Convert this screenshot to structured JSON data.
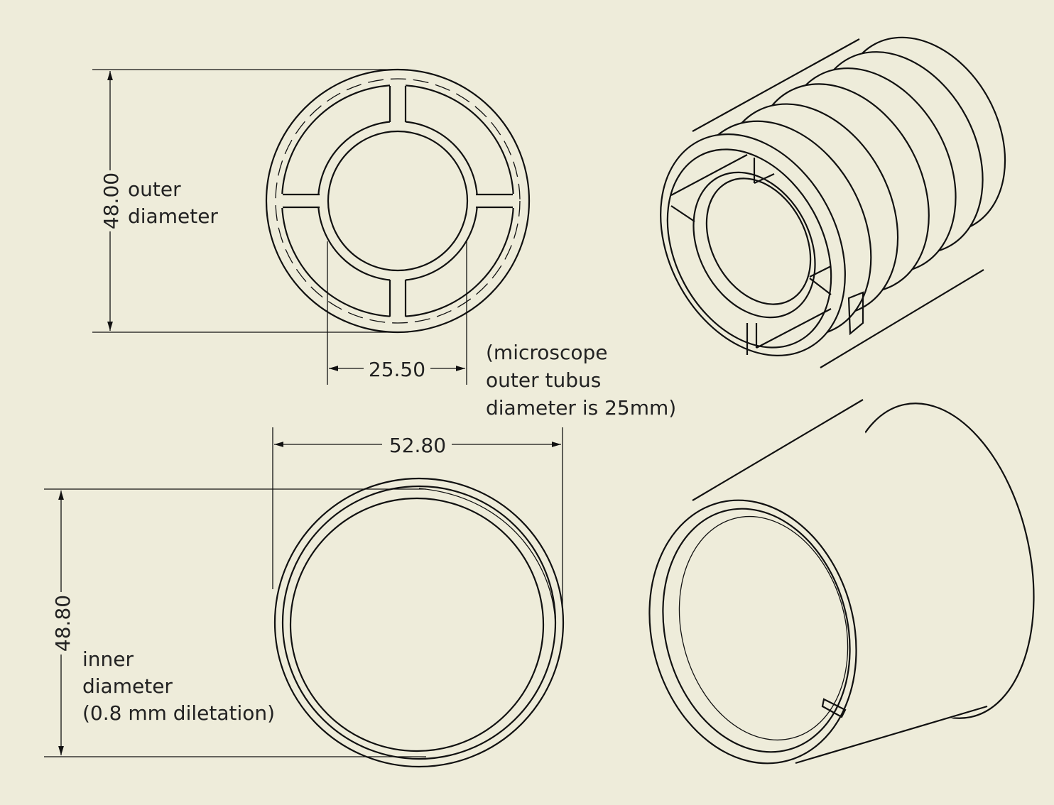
{
  "dimensions": {
    "outer_diameter_value": "48.00",
    "outer_diameter_label": [
      "outer",
      "diameter"
    ],
    "hub_value": "25.50",
    "hub_note": [
      "(microscope",
      "outer tubus",
      "diameter is 25mm)"
    ],
    "cap_width_value": "52.80",
    "inner_diameter_value": "48.80",
    "inner_diameter_label": [
      "inner",
      "diameter",
      "(0.8 mm diletation)"
    ]
  },
  "colors": {
    "background": "#eeecda",
    "line": "#111111"
  }
}
